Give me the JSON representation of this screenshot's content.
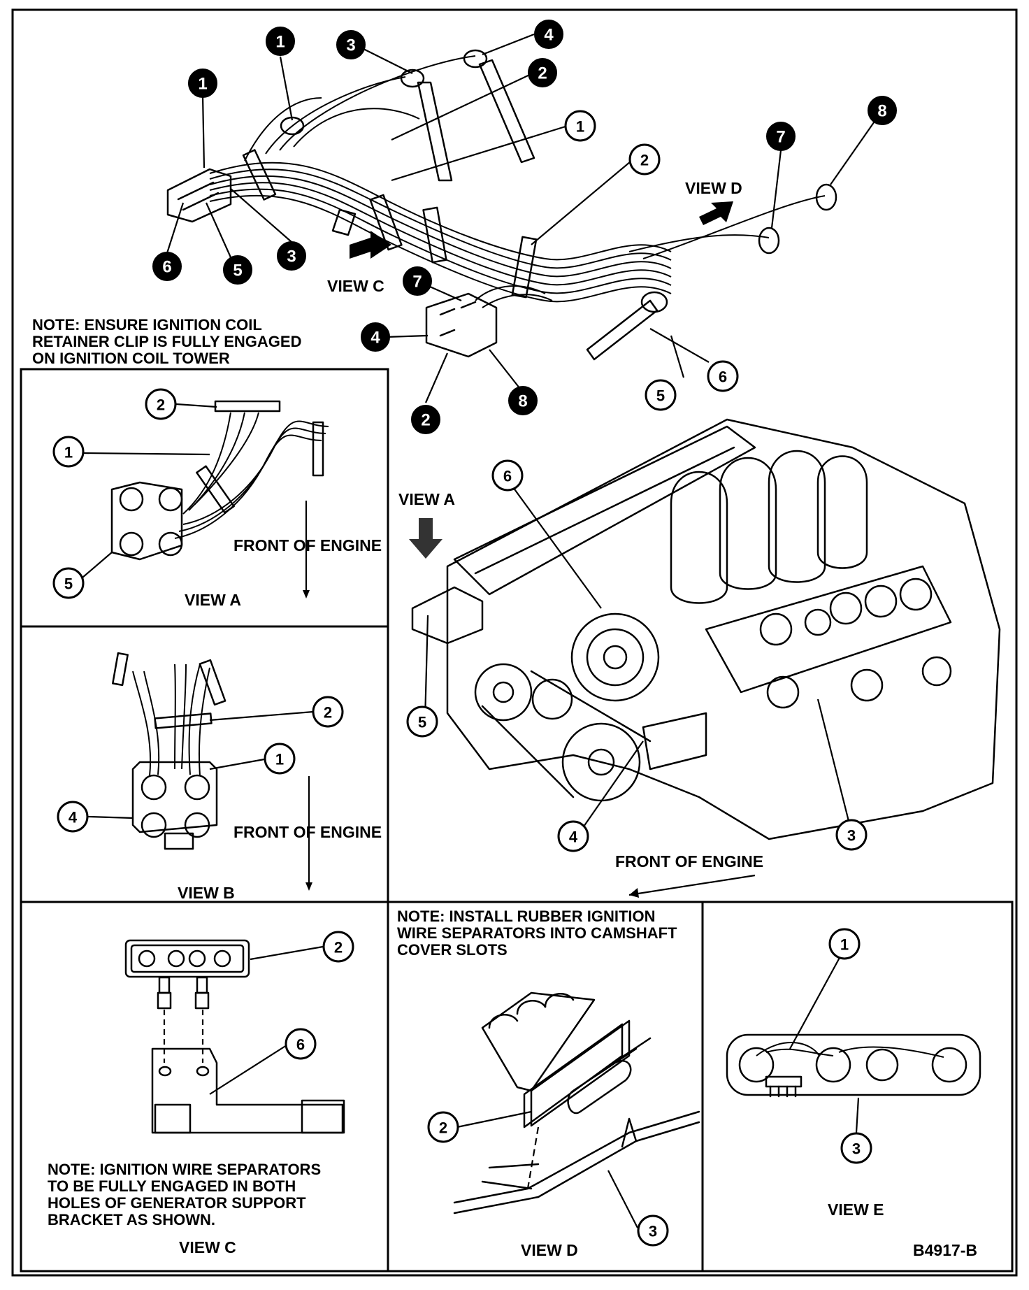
{
  "figure_id": "B4917-B",
  "main_view": {
    "labels": {
      "view_c": "VIEW C",
      "view_d": "VIEW D",
      "view_a": "VIEW A",
      "front_of_engine": "FRONT OF ENGINE"
    },
    "note_coil": [
      "NOTE: ENSURE IGNITION COIL",
      "RETAINER CLIP IS FULLY ENGAGED",
      "ON IGNITION COIL TOWER"
    ],
    "callouts_black": [
      "1",
      "1",
      "3",
      "4",
      "2",
      "3",
      "6",
      "5",
      "7",
      "4",
      "2",
      "8",
      "7",
      "8"
    ],
    "callouts_white": [
      "1",
      "2",
      "6",
      "5",
      "6",
      "5",
      "4",
      "3"
    ]
  },
  "view_a": {
    "title": "VIEW A",
    "front_of_engine": "FRONT OF ENGINE",
    "callouts": [
      "2",
      "1",
      "5"
    ]
  },
  "view_b": {
    "title": "VIEW B",
    "front_of_engine": "FRONT OF ENGINE",
    "callouts": [
      "2",
      "1",
      "4"
    ]
  },
  "view_c": {
    "title": "VIEW C",
    "note": [
      "NOTE: IGNITION WIRE SEPARATORS",
      "TO BE FULLY ENGAGED IN BOTH",
      "HOLES OF GENERATOR SUPPORT",
      "BRACKET AS SHOWN."
    ],
    "callouts": [
      "2",
      "6"
    ]
  },
  "view_d": {
    "title": "VIEW D",
    "note": [
      "NOTE: INSTALL RUBBER IGNITION",
      "WIRE SEPARATORS INTO CAMSHAFT",
      "COVER SLOTS"
    ],
    "callouts": [
      "2",
      "3"
    ]
  },
  "view_e": {
    "title": "VIEW E",
    "callouts": [
      "1",
      "3"
    ]
  }
}
